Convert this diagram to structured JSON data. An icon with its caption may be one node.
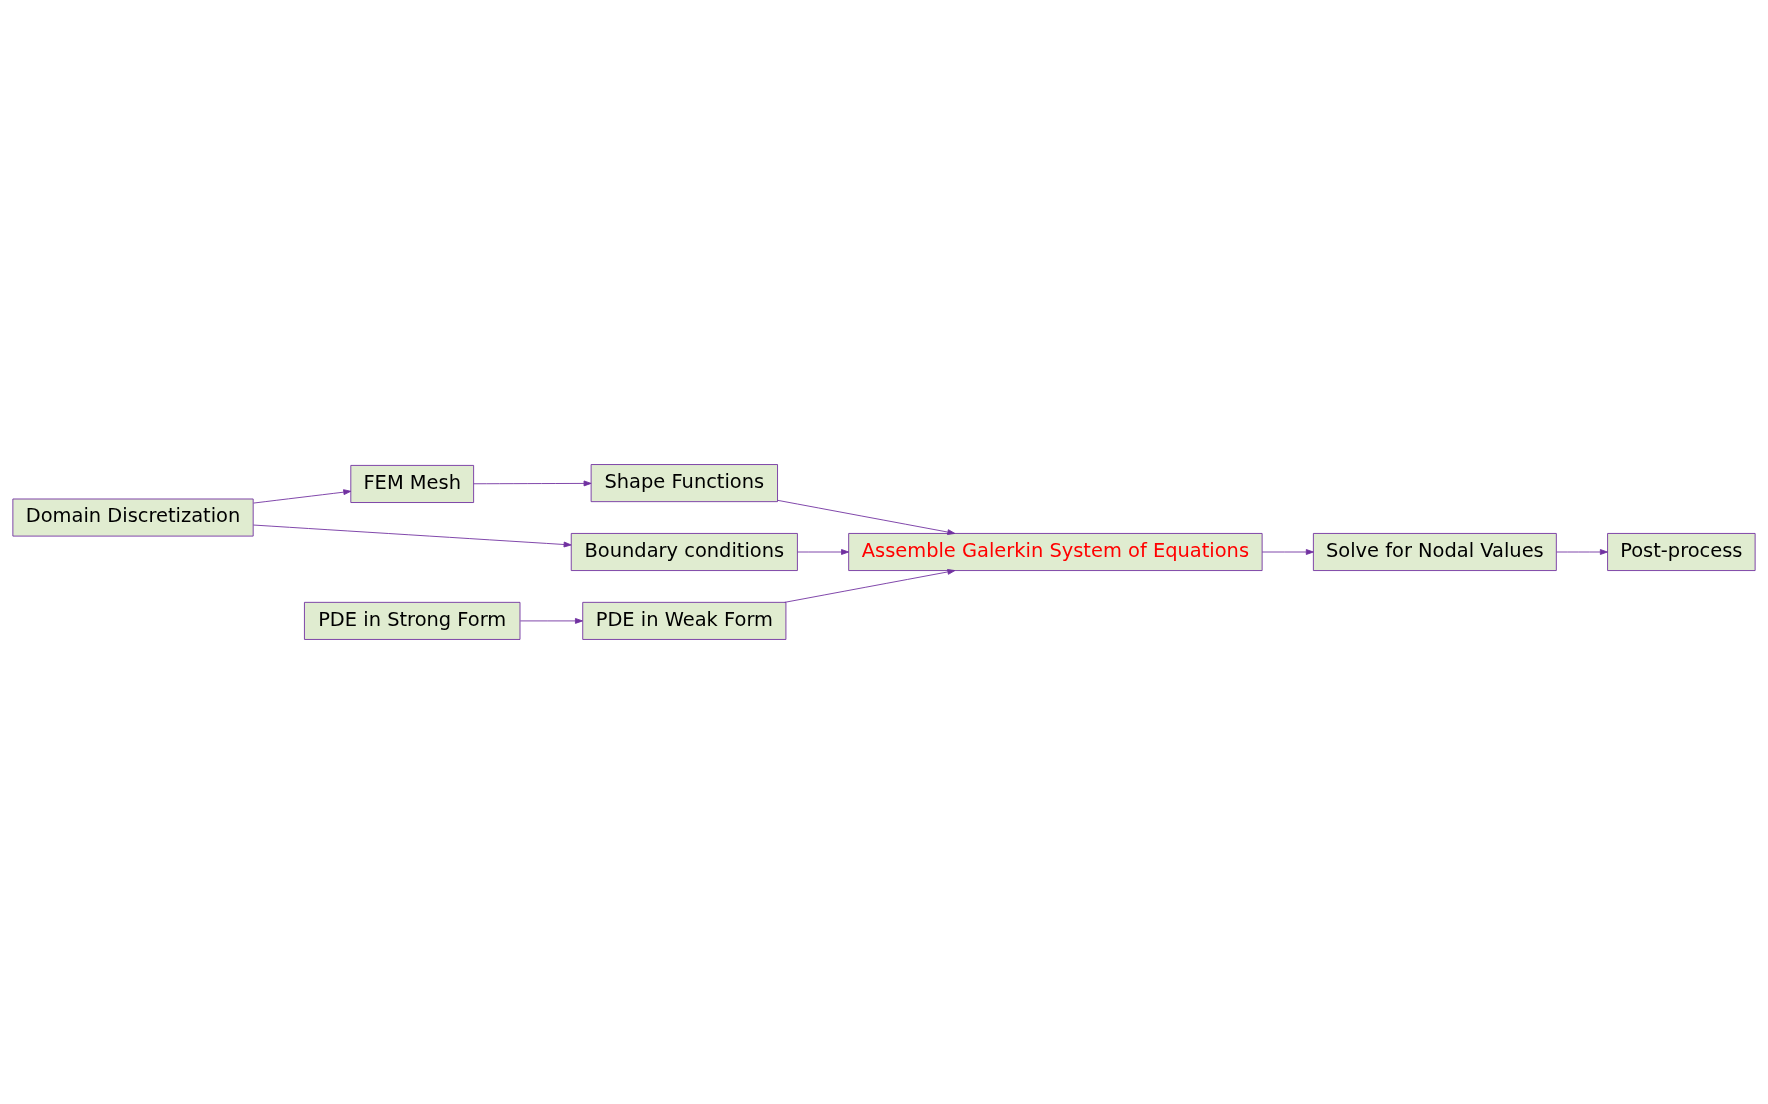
{
  "diagram": {
    "nodes": [
      {
        "text": [
          "FEM Mesh"
        ]
      },
      {
        "text": [
          "Domain Discretization"
        ]
      },
      {
        "text": [
          "Shape Functions"
        ]
      },
      {
        "text": [
          "Boundary conditions"
        ]
      },
      {
        "text": [
          "Assemble Galerkin System of Equations"
        ]
      },
      {
        "text": [
          "Solve for Nodal Values"
        ]
      },
      {
        "text": [
          "PDE in Strong Form"
        ]
      },
      {
        "text": [
          "PDE in Weak Form"
        ]
      },
      {
        "text": [
          "Post-process"
        ]
      }
    ],
    "edges": [
      {
        "from": 1,
        "to": 0,
        "arrow": "to"
      },
      {
        "from": 0,
        "to": 2,
        "arrow": "to"
      },
      {
        "from": 1,
        "to": 3,
        "arrow": "to"
      },
      {
        "from": 2,
        "to": 4,
        "arrow": "to"
      },
      {
        "from": 3,
        "to": 4,
        "arrow": "to"
      },
      {
        "from": 7,
        "to": 4,
        "arrow": "to"
      },
      {
        "from": 6,
        "to": 7,
        "arrow": "to"
      },
      {
        "from": 4,
        "to": 5,
        "arrow": "to"
      },
      {
        "from": 5,
        "to": 8,
        "arrow": "to"
      }
    ]
  }
}
